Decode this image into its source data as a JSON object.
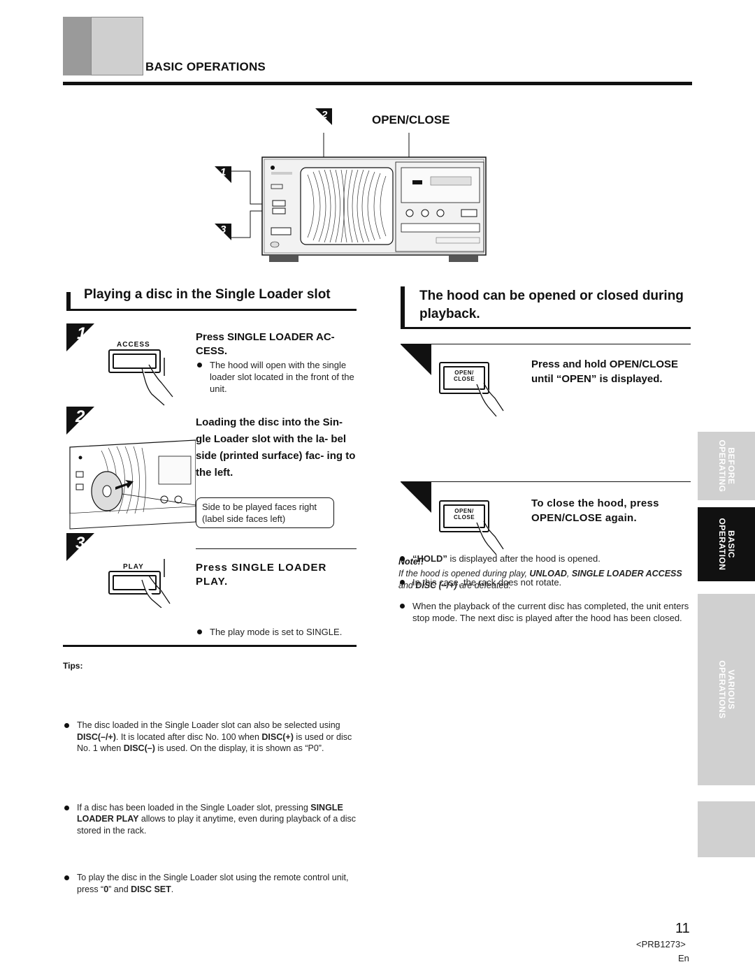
{
  "header": {
    "section": "BASIC OPERATIONS"
  },
  "diagram": {
    "label_num": "2",
    "label_text": "OPEN/CLOSE",
    "callout_1": "1",
    "callout_3": "3"
  },
  "left": {
    "heading": "Playing a disc in the Single Loader slot",
    "step1": {
      "num": "1",
      "button": "ACCESS",
      "title": "Press SINGLE LOADER AC- CESS.",
      "bullet": "The hood will open with the single loader slot located in the front of the unit."
    },
    "step2": {
      "num": "2",
      "title": "Loading the disc into the Sin- gle Loader slot with the la- bel side (printed surface) fac- ing to the left.",
      "callout": "Side to be played faces right (label side faces left)"
    },
    "step3": {
      "num": "3",
      "button": "PLAY",
      "title": "Press SINGLE LOADER PLAY.",
      "bullet": "The play mode is set to SINGLE."
    },
    "tips": {
      "label": "Tips:",
      "items": [
        {
          "pre": "The disc loaded in the Single Loader slot can also be selected using ",
          "b1": "DISC(–/+)",
          "mid1": ". It is located after disc No. 100 when ",
          "b2": "DISC(+)",
          "mid2": " is used or disc No. 1 when ",
          "b3": "DISC(–)",
          "post": " is used. On the display, it is shown as “P0”."
        },
        {
          "pre": "If a disc has been loaded in the Single Loader slot, pressing ",
          "b1": "SINGLE LOADER PLAY",
          "post": " allows to play it anytime, even during playback of a disc stored in the rack."
        },
        {
          "pre": "To play the disc in the Single Loader slot using the remote control unit, press “",
          "b1": "0",
          "mid1": "” and ",
          "b2": "DISC SET",
          "post": "."
        }
      ]
    }
  },
  "right": {
    "heading": "The hood can be opened or closed during playback.",
    "stepA": {
      "button": "OPEN/ CLOSE",
      "title": "Press and hold OPEN/CLOSE until “OPEN” is displayed."
    },
    "bullets": [
      {
        "bold": "“HOLD”",
        "text": " is displayed after the hood is opened."
      },
      {
        "bold": "",
        "text": "In this case, the rack does not rotate."
      },
      {
        "bold": "",
        "text": "When the playback of the current disc has completed, the unit enters stop mode. The next disc is played after the hood has been closed."
      }
    ],
    "stepB": {
      "button": "OPEN/ CLOSE",
      "title": "To close the hood, press OPEN/CLOSE again."
    },
    "note": {
      "label": "Note!!",
      "pre": "If the hood is opened during play, ",
      "b1": "UNLOAD",
      "sep1": ", ",
      "b2": "SINGLE LOADER ACCESS",
      "mid": " and ",
      "b3": "DISC (–/+)",
      "post": " are defeated."
    }
  },
  "sidetabs": {
    "before": "BEFORE OPERATING",
    "basic": "BASIC OPERATION",
    "various": "VARIOUS OPERATIONS"
  },
  "footer": {
    "page": "11",
    "code": "<PRB1273>",
    "lang": "En"
  }
}
